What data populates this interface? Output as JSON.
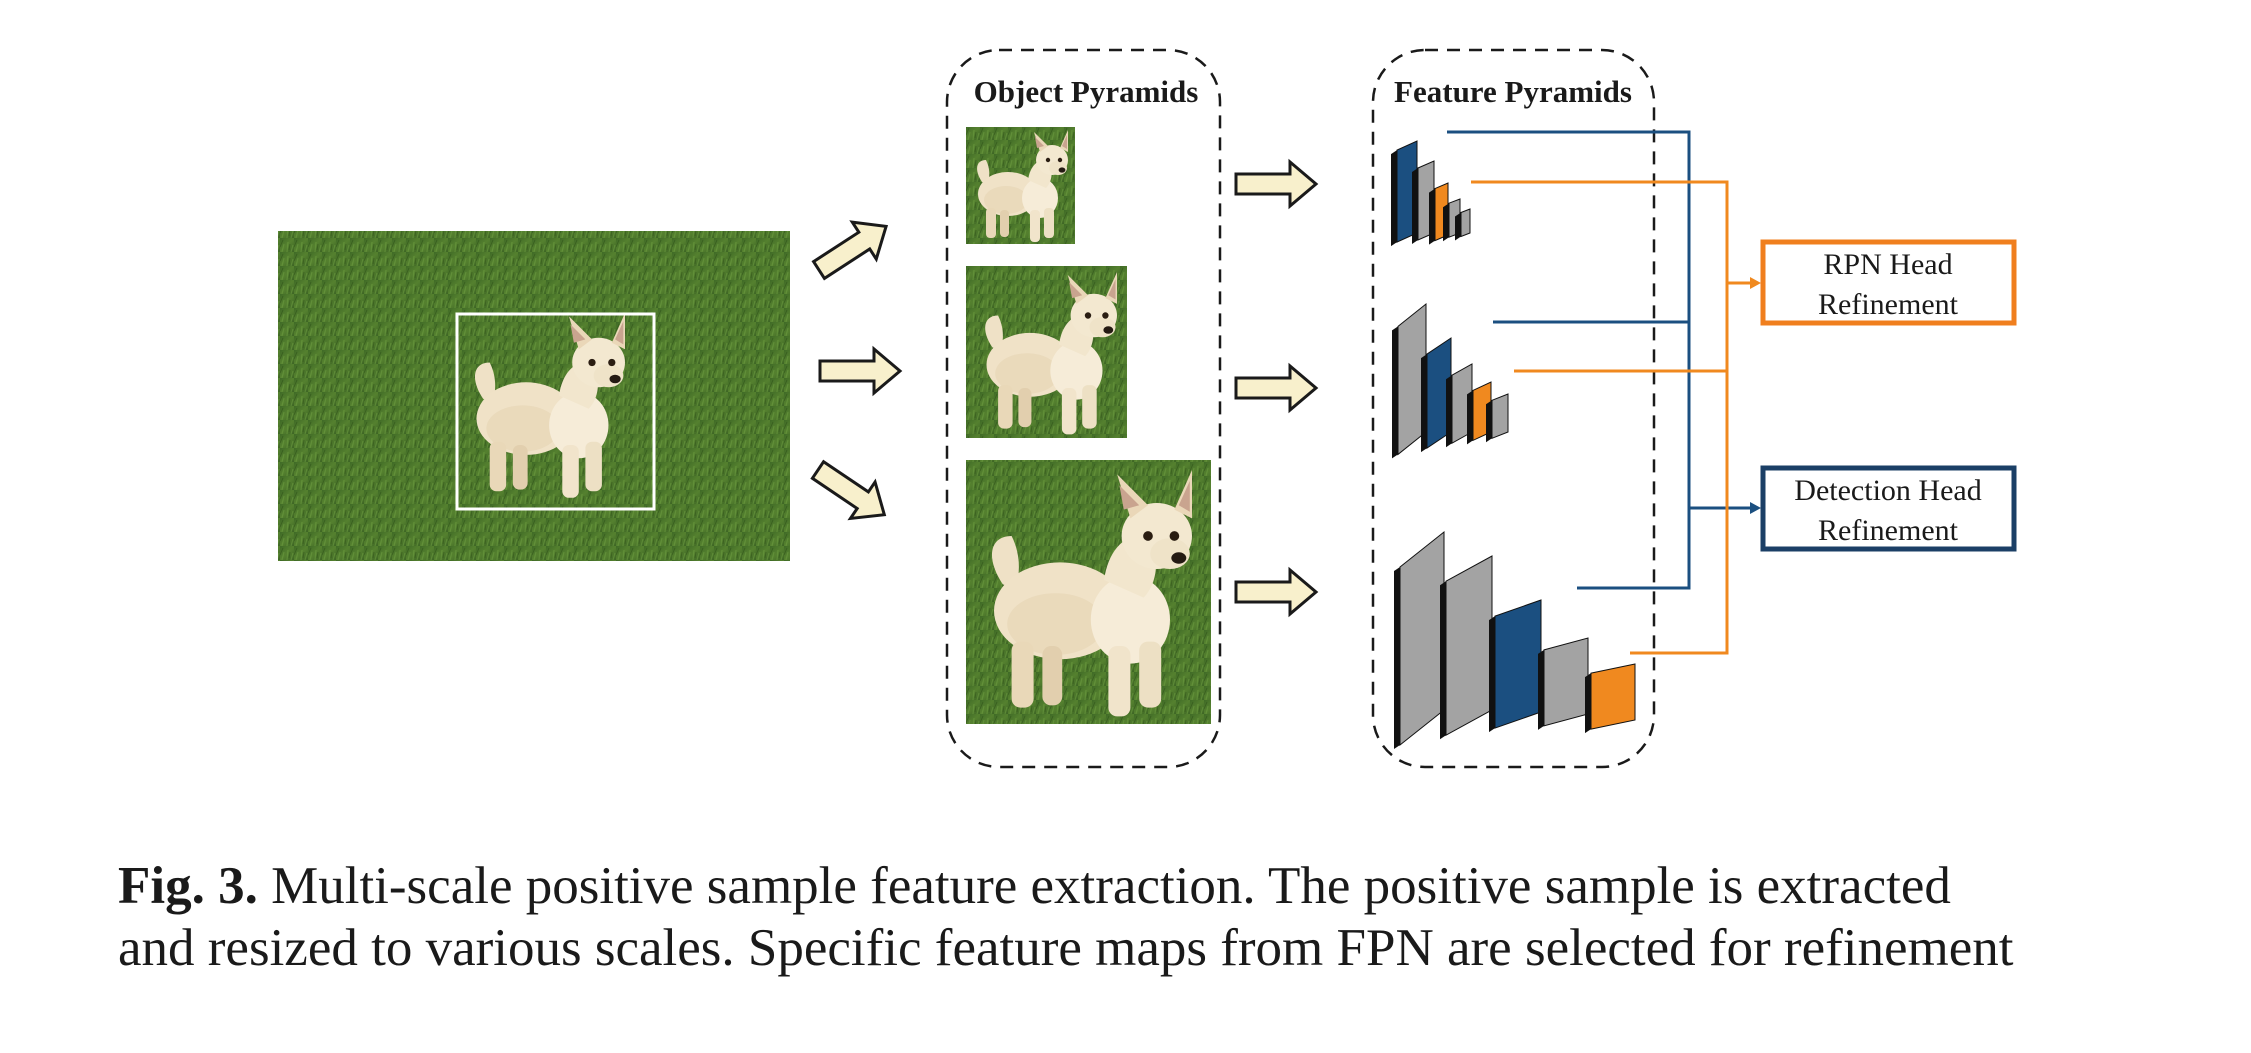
{
  "diagram": {
    "object_pyramids_title": "Object Pyramids",
    "feature_pyramids_title": "Feature Pyramids",
    "rpn_head": {
      "line1": "RPN Head",
      "line2": "Refinement"
    },
    "detection_head": {
      "line1": "Detection Head",
      "line2": "Refinement"
    },
    "colors": {
      "blue": "#1b4f80",
      "orange": "#f0891f",
      "gray": "#a3a3a3",
      "arrow_fill": "#f8f0cc",
      "rpn_border": "#f07f1e",
      "detection_border": "#1b3f66",
      "grass": "#4f7a32"
    }
  },
  "caption": {
    "label": "Fig. 3.",
    "line1_text": " Multi-scale positive sample feature extraction. The positive sample is extracted",
    "line2_text": "and resized to various scales. Specific feature maps from FPN are selected for refinement"
  }
}
